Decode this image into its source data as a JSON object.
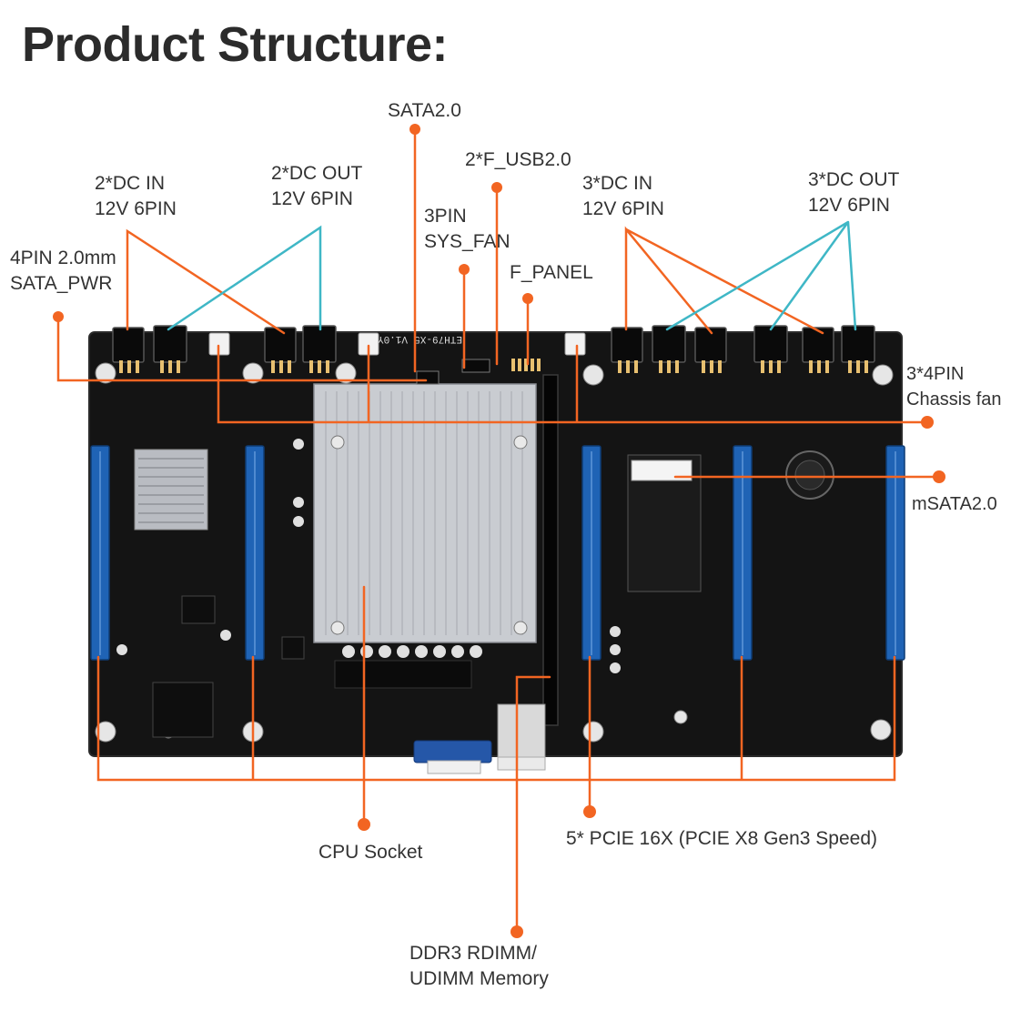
{
  "title": "Product Structure:",
  "colors": {
    "accent_orange": "#f26522",
    "accent_teal": "#3fb7c6",
    "board": "#141414",
    "pcie_blue": "#1f63b5",
    "heatsink": "#c9ccd1"
  },
  "board_text": {
    "model": "ETH79-X5",
    "rev": "V1.0Y"
  },
  "callouts": {
    "sata2": "SATA2.0",
    "f_usb2": "2*F_USB2.0",
    "dc_in_2": [
      "2*DC IN",
      "12V 6PIN"
    ],
    "dc_out_2": [
      "2*DC OUT",
      "12V 6PIN"
    ],
    "sys_fan": [
      "3PIN",
      "SYS_FAN"
    ],
    "dc_in_3": [
      "3*DC IN",
      "12V 6PIN"
    ],
    "dc_out_3": [
      "3*DC OUT",
      "12V 6PIN"
    ],
    "sata_pwr": [
      "4PIN 2.0mm",
      "SATA_PWR"
    ],
    "f_panel": "F_PANEL",
    "chassis_fan": [
      "3*4PIN",
      "Chassis fan"
    ],
    "msata": "mSATA2.0",
    "cpu_socket": "CPU Socket",
    "pcie": "5* PCIE 16X  (PCIE X8 Gen3 Speed)",
    "ddr3": [
      "DDR3 RDIMM/",
      "UDIMM Memory"
    ]
  }
}
